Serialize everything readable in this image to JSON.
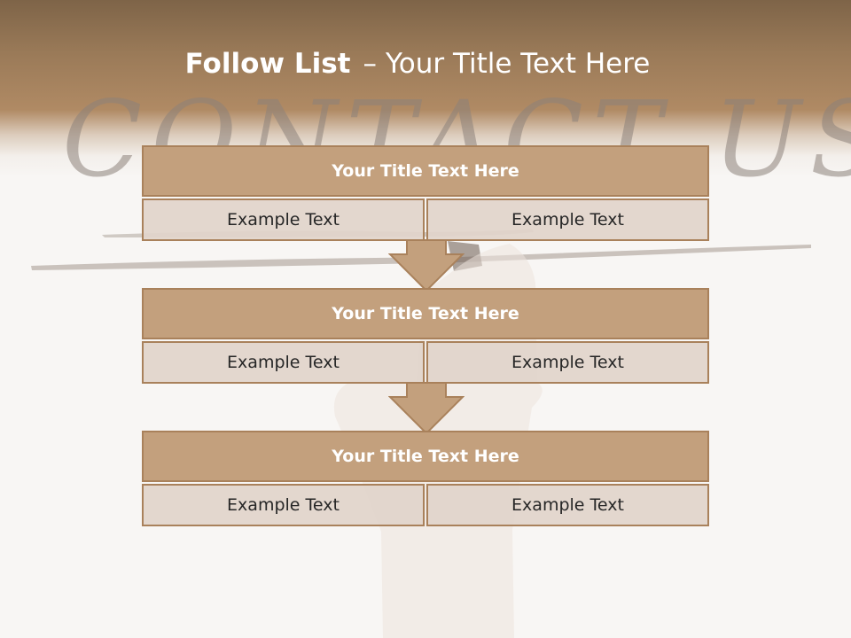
{
  "slide": {
    "title_bold": "Follow List",
    "title_sep": "–",
    "title_rest": "Your Title Text Here",
    "watermark": "CONTACT US"
  },
  "steps": [
    {
      "title": "Your Title Text Here",
      "cells": [
        "Example Text",
        "Example Text"
      ]
    },
    {
      "title": "Your Title Text Here",
      "cells": [
        "Example Text",
        "Example Text"
      ]
    },
    {
      "title": "Your Title Text Here",
      "cells": [
        "Example Text",
        "Example Text"
      ]
    }
  ],
  "colors": {
    "header_brown": "#9a7a58",
    "title_fill": "#c3a07d",
    "border": "#a9815b",
    "cell_fill": "#e1d4ca",
    "arrow_fill": "#c3a07d"
  },
  "icons": {
    "connector": "down-arrow-icon"
  }
}
